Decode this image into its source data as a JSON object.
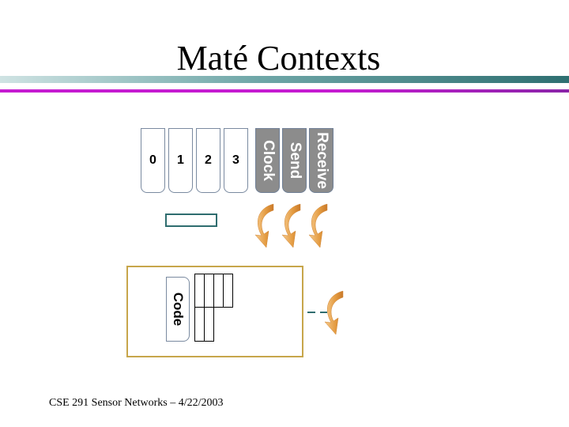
{
  "title": "Maté Contexts",
  "contexts": [
    {
      "label": "0"
    },
    {
      "label": "1"
    },
    {
      "label": "2"
    },
    {
      "label": "3"
    }
  ],
  "event_contexts": [
    {
      "label": "Clock"
    },
    {
      "label": "Send"
    },
    {
      "label": "Receive"
    }
  ],
  "code_label": "Code",
  "footer": "CSE 291 Sensor Networks – 4/22/2003",
  "colors": {
    "teal_bar": "#2e6f71",
    "purple_bar": "#c51bd1",
    "event_fill": "#8c8c8c",
    "code_box_border": "#c7a64b",
    "arrow_orange": "#e0943a"
  }
}
